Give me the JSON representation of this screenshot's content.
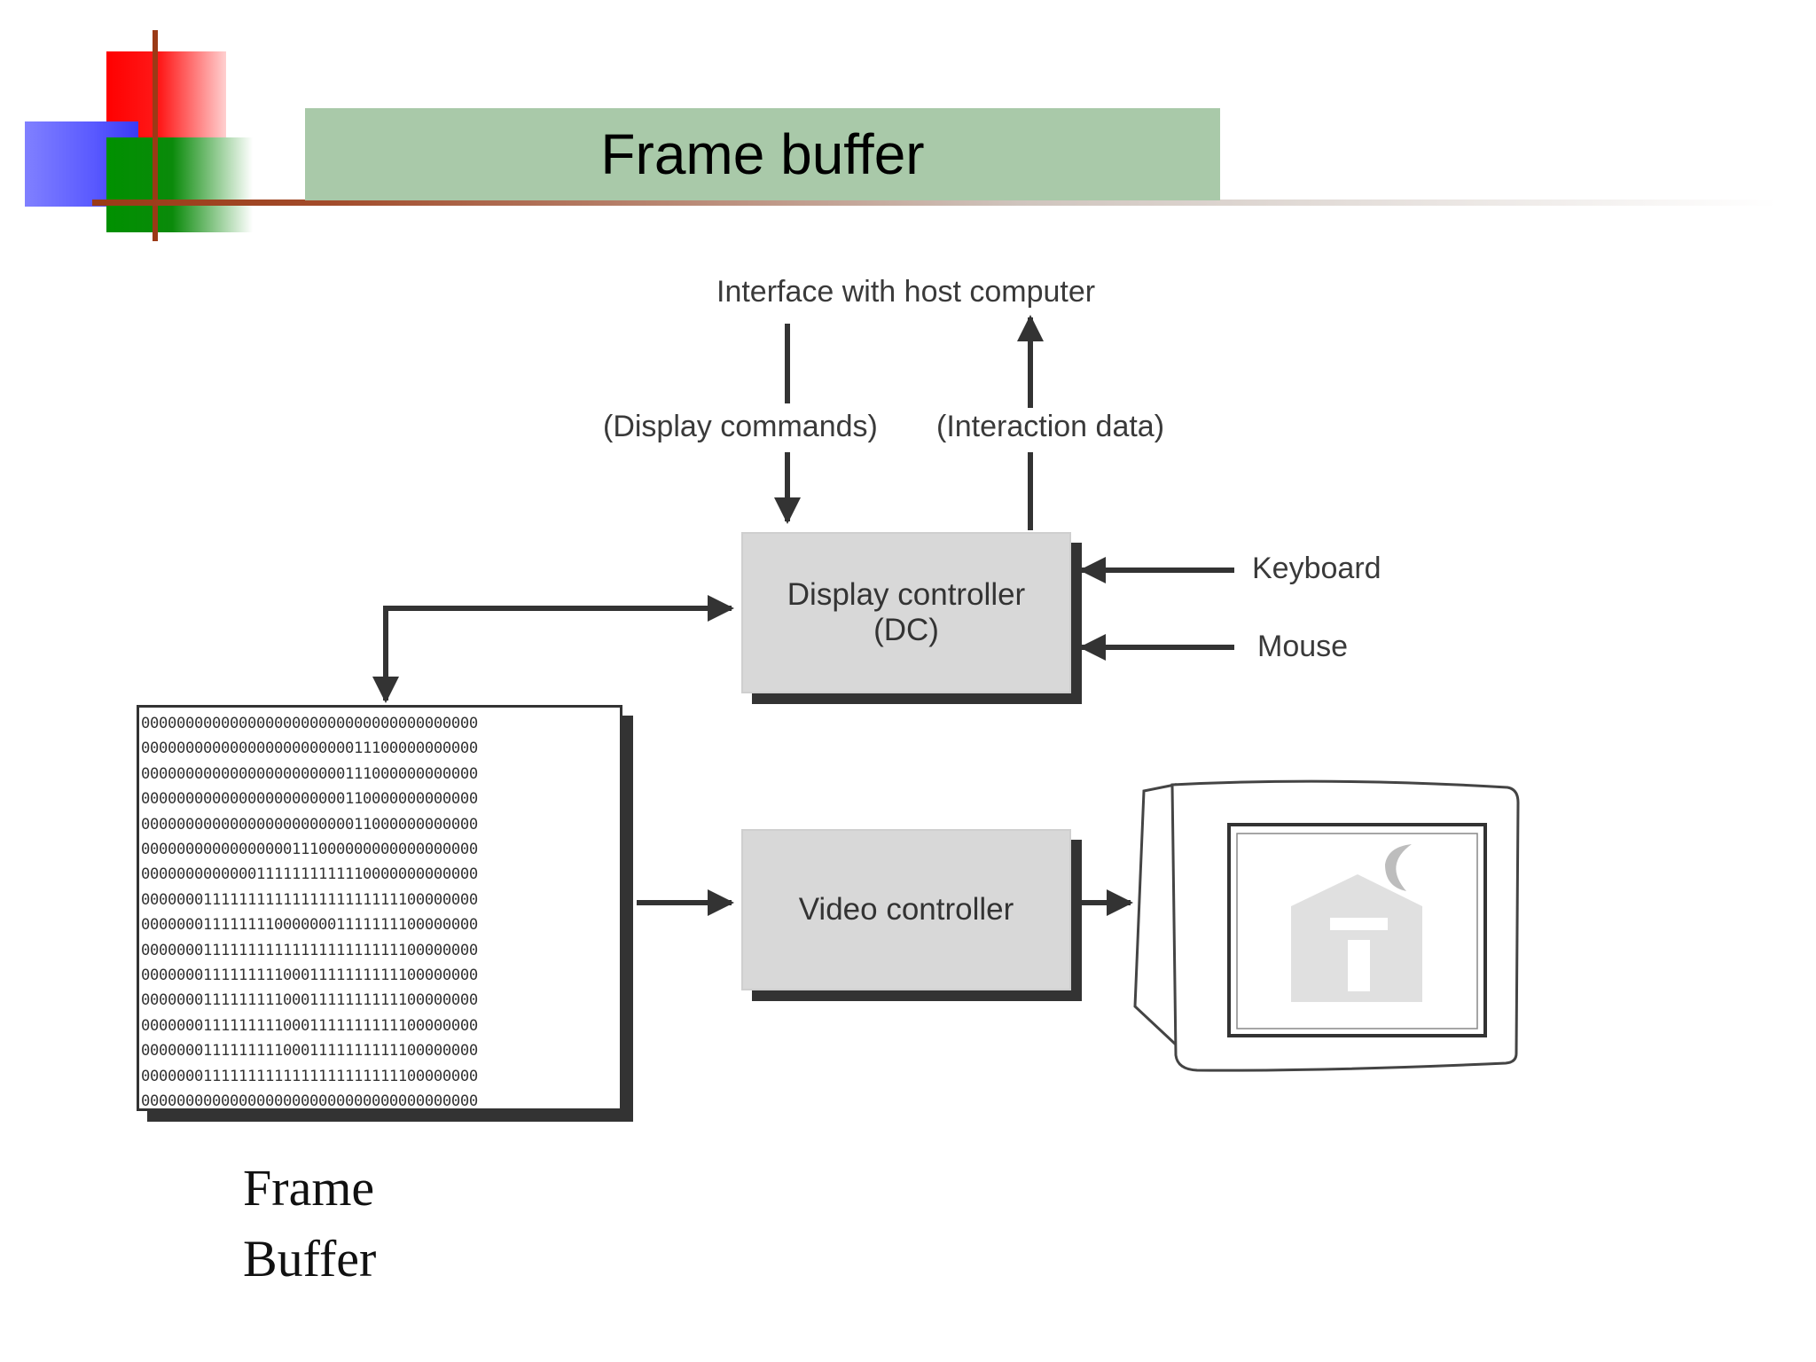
{
  "slide": {
    "title": "Frame buffer"
  },
  "diagram": {
    "host_interface": "Interface with host computer",
    "display_commands": "(Display commands)",
    "interaction_data": "(Interaction data)",
    "display_controller": [
      "Display controller",
      "(DC)"
    ],
    "keyboard": "Keyboard",
    "mouse": "Mouse",
    "video_controller": "Video controller",
    "frame_buffer_caption": [
      "Frame",
      "Buffer"
    ],
    "frame_buffer_rows": [
      "00000000000000000000000000000000000000",
      "00000000000000000000000011100000000000",
      "00000000000000000000000111000000000000",
      "00000000000000000000000110000000000000",
      "00000000000000000000000011000000000000",
      "00000000000000000111000000000000000000",
      "00000000000001111111111110000000000000",
      "00000001111111111111111111111100000000",
      "00000001111111100000001111111100000000",
      "00000001111111111111111111111100000000",
      "00000001111111110001111111111100000000",
      "00000001111111110001111111111100000000",
      "00000001111111110001111111111100000000",
      "00000001111111110001111111111100000000",
      "00000001111111111111111111111100000000",
      "00000000000000000000000000000000000000"
    ]
  },
  "colors": {
    "title_bar": "#a9c9a9",
    "accent_line": "#9b3a16",
    "box_fill": "#d8d8d8",
    "box_shadow": "#333333"
  }
}
